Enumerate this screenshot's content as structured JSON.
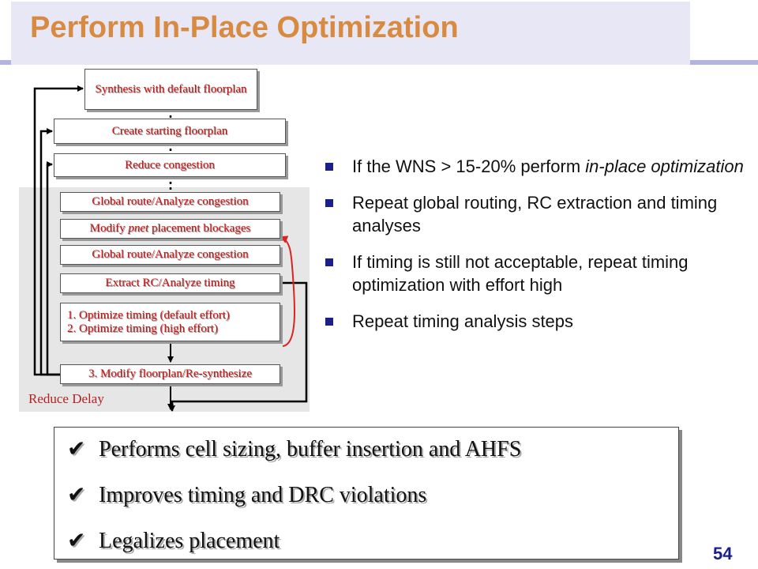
{
  "title": "Perform In-Place Optimization",
  "flow": {
    "steps": [
      "Synthesis with default floorplan",
      "Create starting floorplan",
      "Reduce congestion",
      "Global route/Analyze  congestion",
      "Modify",
      "Global route/Analyze  congestion",
      "Extract RC/Analyze  timing",
      "1. Optimize timing  (default effort)",
      "2. Optimize timing  (high effort)",
      "3. Modify floorplan/Re-synthesize"
    ],
    "modify_parts": [
      "Modify ",
      "pnet",
      " placement  blockages"
    ],
    "panel_label": "Reduce Delay"
  },
  "bullets": [
    {
      "pre": "If the WNS > 15-20% perform ",
      "em": "in-place optimization",
      "post": ""
    },
    {
      "pre": "Repeat global routing, RC extraction and timing analyses",
      "em": "",
      "post": ""
    },
    {
      "pre": "If timing is still not acceptable, repeat timing optimization with effort high",
      "em": "",
      "post": ""
    },
    {
      "pre": "Repeat timing analysis steps",
      "em": "",
      "post": ""
    }
  ],
  "checklist": [
    "Performs cell sizing, buffer insertion and AHFS",
    "Improves timing and DRC violations",
    "Legalizes placement"
  ],
  "page_number": "54",
  "colors": {
    "title": "#d88a40",
    "flow_text": "#cc1111",
    "bullet_square": "#1a1f8a",
    "loop_arrow": "#dd2222"
  }
}
